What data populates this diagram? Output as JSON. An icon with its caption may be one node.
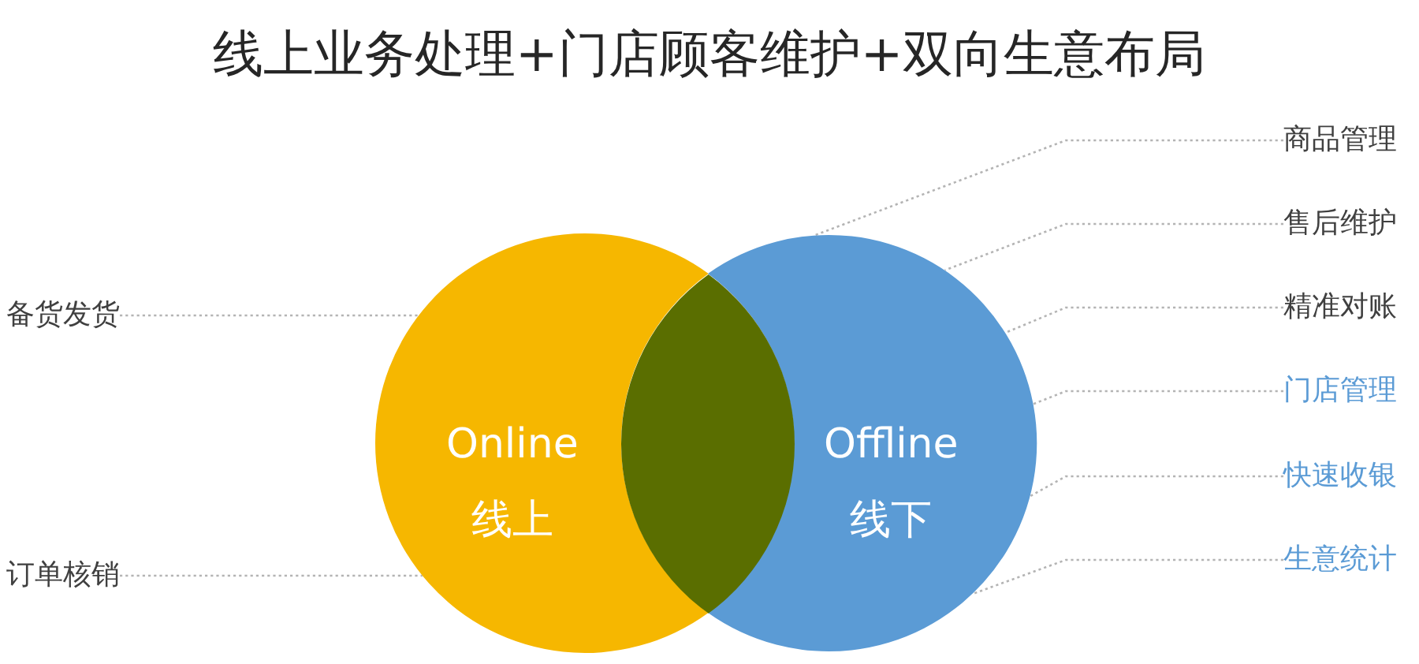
{
  "diagram": {
    "title": "线上业务处理+门店顾客维护+双向生意布局",
    "nodes": [
      {
        "text": [
          "Online",
          "线上"
        ]
      },
      {
        "text": [],
        "shape": "lens"
      },
      {
        "text": [
          "Offline",
          "线下"
        ]
      },
      {
        "text": [
          "备货发货"
        ]
      },
      {
        "text": [
          "订单核销"
        ]
      },
      {
        "text": [
          "商品管理"
        ]
      },
      {
        "text": [
          "售后维护"
        ]
      },
      {
        "text": [
          "精准对账"
        ]
      },
      {
        "text": [
          "门店管理"
        ]
      },
      {
        "text": [
          "快速收银"
        ]
      },
      {
        "text": [
          "生意统计"
        ]
      }
    ],
    "edges": [
      {
        "from": 3,
        "to": 0,
        "arrow": "none"
      },
      {
        "from": 4,
        "to": 0,
        "arrow": "none"
      },
      {
        "from": 5,
        "to": 2,
        "arrow": "none"
      },
      {
        "from": 6,
        "to": 2,
        "arrow": "none"
      },
      {
        "from": 7,
        "to": 2,
        "arrow": "none"
      },
      {
        "from": 8,
        "to": 2,
        "arrow": "none"
      },
      {
        "from": 9,
        "to": 2,
        "arrow": "none"
      },
      {
        "from": 10,
        "to": 2,
        "arrow": "none"
      }
    ]
  }
}
